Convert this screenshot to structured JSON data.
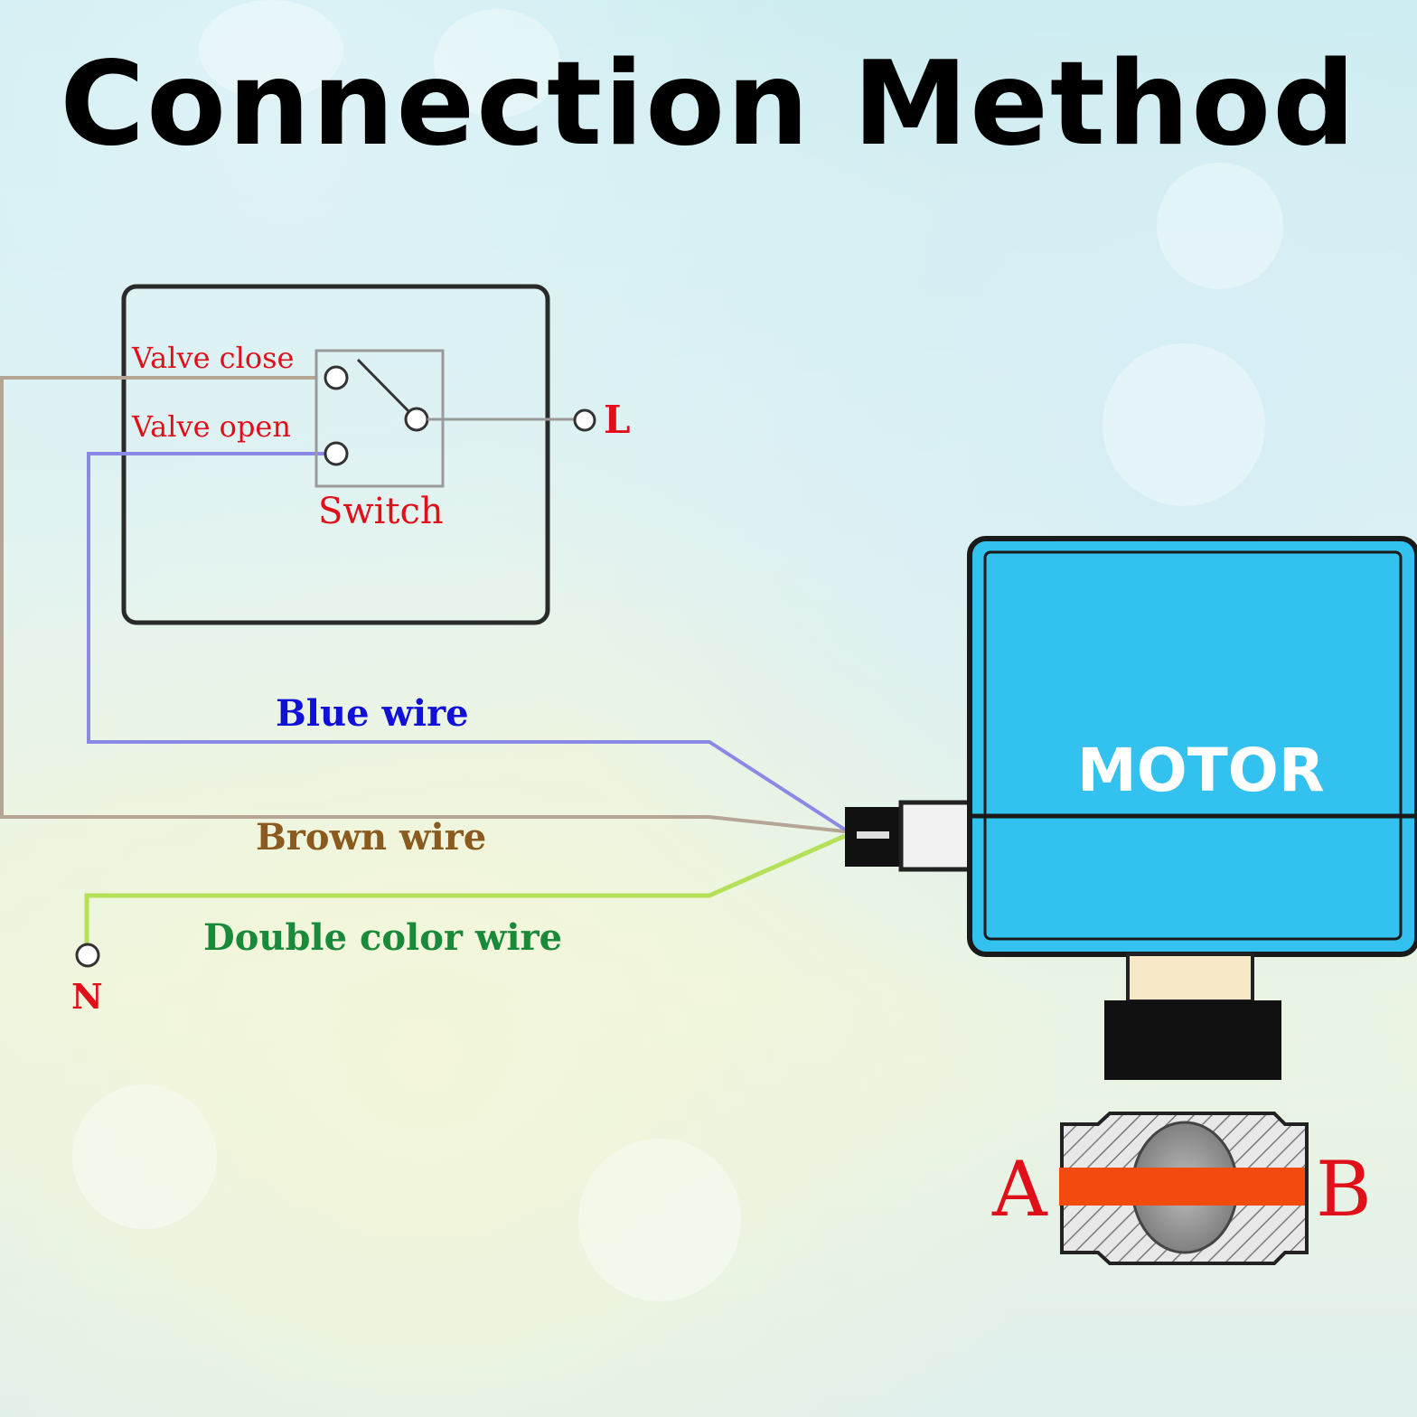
{
  "title": "Connection Method",
  "switch_box": {
    "valve_close_label": "Valve close",
    "valve_open_label": "Valve open",
    "switch_label": "Switch",
    "line_terminal": "L"
  },
  "wires": {
    "blue": "Blue wire",
    "brown": "Brown wire",
    "double_color": "Double color wire"
  },
  "neutral_terminal": "N",
  "motor_label": "MOTOR",
  "valve": {
    "port_a": "A",
    "port_b": "B"
  },
  "colors": {
    "blue_wire": "#7b7be0",
    "brown_wire": "#b5a595",
    "green_wire": "#a8d94a",
    "motor_body": "#33c1ef",
    "label_red": "#e0101a",
    "flow_bar": "#f34a10"
  }
}
